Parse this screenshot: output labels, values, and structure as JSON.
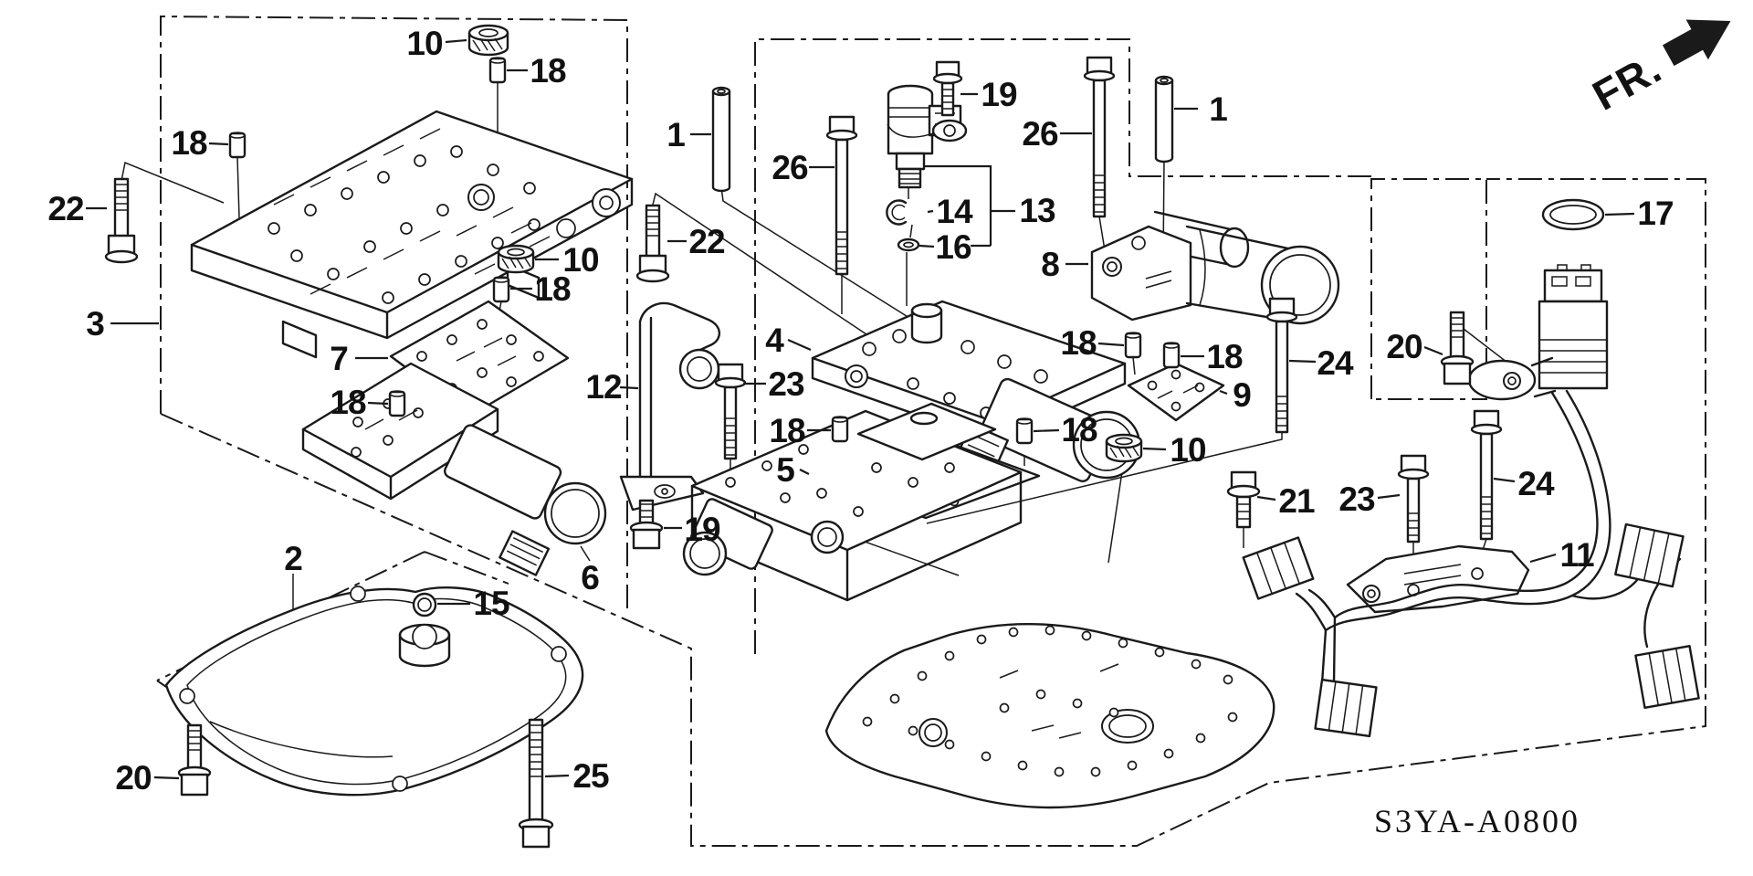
{
  "diagram": {
    "code": "S3YA-A0800",
    "orientation_label": "FR.",
    "callouts": [
      {
        "label": "10"
      },
      {
        "label": "18"
      },
      {
        "label": "18"
      },
      {
        "label": "22"
      },
      {
        "label": "3"
      },
      {
        "label": "7"
      },
      {
        "label": "18"
      },
      {
        "label": "2"
      },
      {
        "label": "20"
      },
      {
        "label": "15"
      },
      {
        "label": "25"
      },
      {
        "label": "6"
      },
      {
        "label": "10"
      },
      {
        "label": "18"
      },
      {
        "label": "22"
      },
      {
        "label": "1"
      },
      {
        "label": "26"
      },
      {
        "label": "12"
      },
      {
        "label": "23"
      },
      {
        "label": "4"
      },
      {
        "label": "18"
      },
      {
        "label": "5"
      },
      {
        "label": "19"
      },
      {
        "label": "19"
      },
      {
        "label": "26"
      },
      {
        "label": "1"
      },
      {
        "label": "14"
      },
      {
        "label": "13"
      },
      {
        "label": "16"
      },
      {
        "label": "8"
      },
      {
        "label": "18"
      },
      {
        "label": "18"
      },
      {
        "label": "9"
      },
      {
        "label": "18"
      },
      {
        "label": "10"
      },
      {
        "label": "21"
      },
      {
        "label": "24"
      },
      {
        "label": "20"
      },
      {
        "label": "23"
      },
      {
        "label": "24"
      },
      {
        "label": "11"
      },
      {
        "label": "17"
      }
    ]
  }
}
